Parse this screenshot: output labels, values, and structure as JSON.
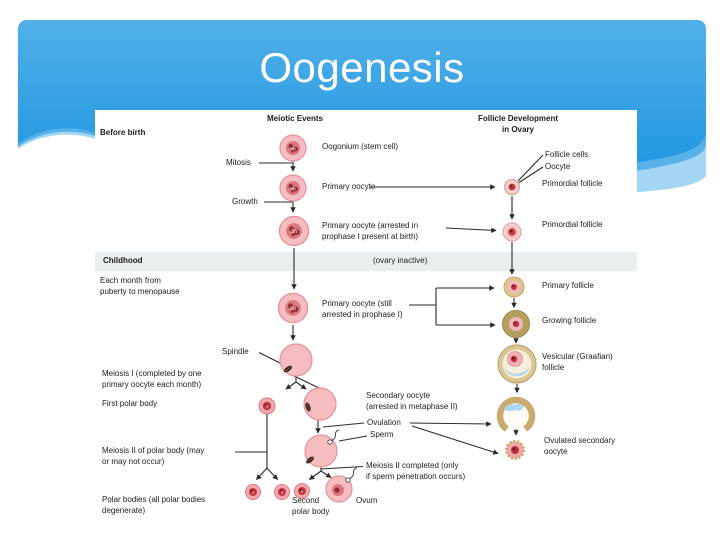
{
  "slide": {
    "title": "Oogenesis"
  },
  "columns": {
    "meiotic_events": "Meiotic Events",
    "follicle_dev": "Follicle Development\nin Ovary"
  },
  "labels": {
    "before_birth": "Before birth",
    "oogonium": "Oogonium (stem cell)",
    "mitosis": "Mitosis",
    "primary_oocyte": "Primary oocyte",
    "growth": "Growth",
    "oocyte_arrested": "Primary oocyte (arrested in\nprophase I present at birth)",
    "childhood": "Childhood",
    "ovary_inactive": "(ovary inactive)",
    "each_month": "Each month from\npuberty to menopause",
    "oocyte_still": "Primary oocyte (still\narrested in prophase I)",
    "spindle": "Spindle",
    "meiosis_1": "Meiosis I (completed by one\nprimary oocyte each month)",
    "first_polar_body": "First polar body",
    "secondary_oocyte": "Secondary oocyte\n(arrested in metaphase II)",
    "ovulation": "Ovulation",
    "sperm": "Sperm",
    "meiosis_2_polar": "Meiosis II of polar body (may\nor may not occur)",
    "meiosis_2_completed": "Meiosis II completed (only\nif sperm penetration occurs)",
    "polar_bodies": "Polar bodies (all polar bodies\ndegenerate)",
    "second_polar_body": "Second\npolar body",
    "ovum": "Ovum",
    "follicle_cells": "Follicle cells",
    "oocyte": "Oocyte",
    "primordial_follicle_1": "Primordial follicle",
    "primordial_follicle_2": "Primordial follicle",
    "primary_follicle": "Primary follicle",
    "growing_follicle": "Growing follicle",
    "vesicular_follicle": "Vesicular (Graafian)\nfollicle",
    "ovulated_oocyte": "Ovulated secondary\noocyte"
  },
  "ploidy": {
    "diploid": "2n",
    "haploid": "n"
  },
  "colors": {
    "banner_top": "#52b0e8",
    "banner_bottom": "#1d95e1",
    "band_mid": "#58b2ea",
    "band_light": "#a4d6f4",
    "title_text": "#ffffff",
    "cell_pink": "#f6bdc1",
    "nucleus_red": "#c23740",
    "follicle_tan": "#c9ab6f",
    "antrum_blue": "#a9d9ef",
    "arrow_line": "#2b2b2b",
    "childhood_band": "#e9eef0"
  }
}
